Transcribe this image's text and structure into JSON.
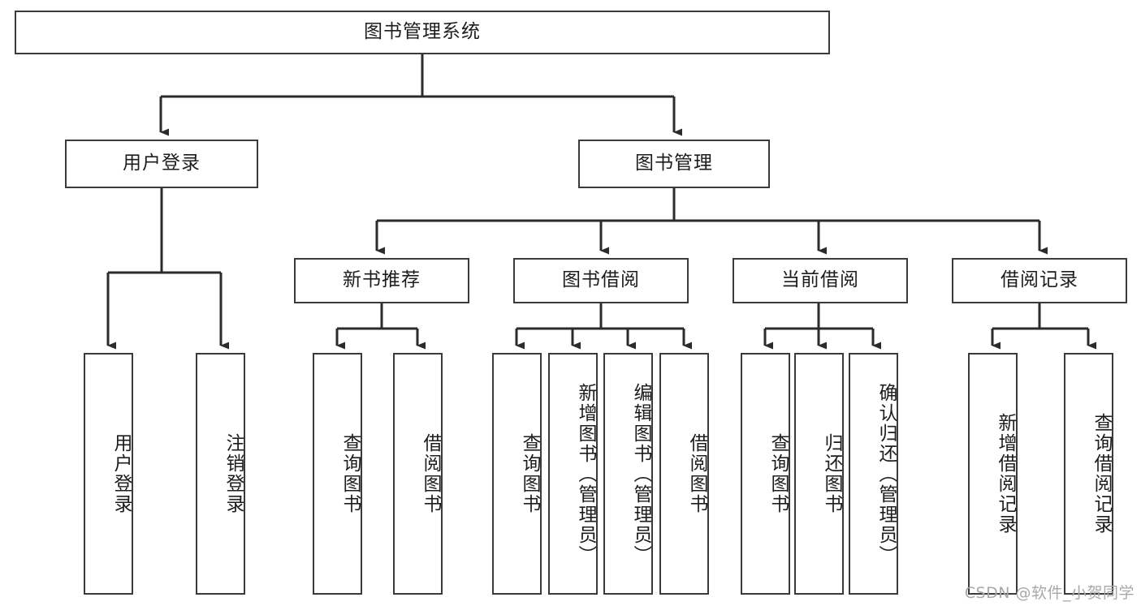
{
  "diagram": {
    "title": "图书管理系统",
    "type": "tree",
    "orientation": "top-down",
    "root": {
      "id": "root",
      "label": "图书管理系统",
      "text_direction": "horizontal"
    },
    "level2": [
      {
        "id": "user-login",
        "label": "用户登录",
        "text_direction": "horizontal"
      },
      {
        "id": "book-manage",
        "label": "图书管理",
        "text_direction": "horizontal"
      }
    ],
    "level3": [
      {
        "id": "new-book-rec",
        "label": "新书推荐",
        "parent": "book-manage",
        "text_direction": "horizontal"
      },
      {
        "id": "book-borrow",
        "label": "图书借阅",
        "parent": "book-manage",
        "text_direction": "horizontal"
      },
      {
        "id": "current-borrow",
        "label": "当前借阅",
        "parent": "book-manage",
        "text_direction": "horizontal"
      },
      {
        "id": "borrow-record",
        "label": "借阅记录",
        "parent": "book-manage",
        "text_direction": "horizontal"
      }
    ],
    "leaves": [
      {
        "id": "leaf-user-login",
        "label": "用户登录",
        "parent": "user-login",
        "text_direction": "vertical"
      },
      {
        "id": "leaf-logout",
        "label": "注销登录",
        "parent": "user-login",
        "text_direction": "vertical"
      },
      {
        "id": "leaf-rec-query",
        "label": "查询图书",
        "parent": "new-book-rec",
        "text_direction": "vertical"
      },
      {
        "id": "leaf-rec-borrow",
        "label": "借阅图书",
        "parent": "new-book-rec",
        "text_direction": "vertical"
      },
      {
        "id": "leaf-borrow-query",
        "label": "查询图书",
        "parent": "book-borrow",
        "text_direction": "vertical"
      },
      {
        "id": "leaf-borrow-add",
        "label": "新增图书（管理员）",
        "parent": "book-borrow",
        "text_direction": "vertical"
      },
      {
        "id": "leaf-borrow-edit",
        "label": "编辑图书（管理员）",
        "parent": "book-borrow",
        "text_direction": "vertical"
      },
      {
        "id": "leaf-borrow-take",
        "label": "借阅图书",
        "parent": "book-borrow",
        "text_direction": "vertical"
      },
      {
        "id": "leaf-cur-query",
        "label": "查询图书",
        "parent": "current-borrow",
        "text_direction": "vertical"
      },
      {
        "id": "leaf-cur-return",
        "label": "归还图书",
        "parent": "current-borrow",
        "text_direction": "vertical"
      },
      {
        "id": "leaf-cur-confirm",
        "label": "确认归还（管理员）",
        "parent": "current-borrow",
        "text_direction": "vertical"
      },
      {
        "id": "leaf-rec-add",
        "label": "新增借阅记录",
        "parent": "borrow-record",
        "text_direction": "vertical"
      },
      {
        "id": "leaf-rec-search",
        "label": "查询借阅记录",
        "parent": "borrow-record",
        "text_direction": "vertical"
      }
    ],
    "colors": {
      "box_border": "#3a3a3a",
      "box_fill": "#ffffff",
      "connector": "#2b2b2b",
      "text": "#1d1d1d",
      "watermark": "#a8a8a8",
      "background": "#ffffff"
    }
  },
  "watermark": {
    "text": "CSDN @软件_小贺同学"
  }
}
